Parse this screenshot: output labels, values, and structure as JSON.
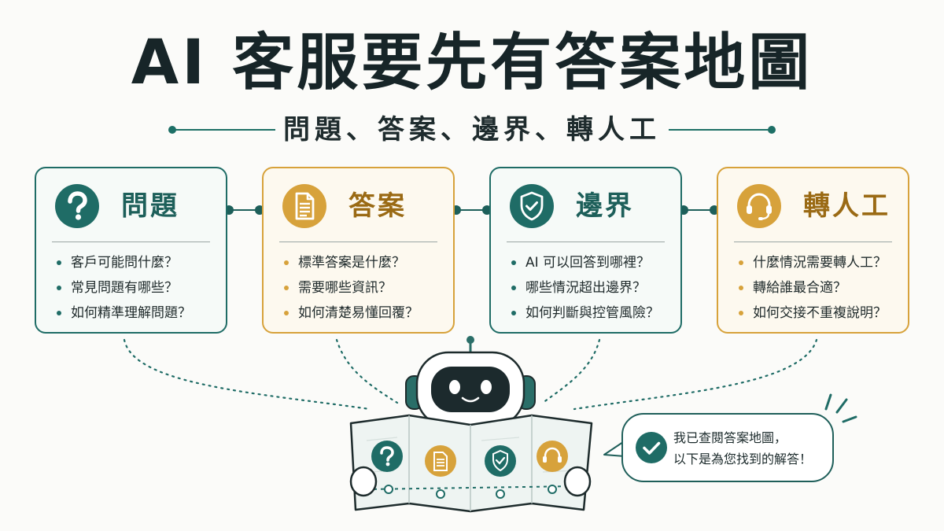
{
  "title": "AI 客服要先有答案地圖",
  "subtitle": "問題、答案、邊界、轉人工",
  "cards": [
    {
      "title": "問題",
      "icon": "question-mark-icon",
      "items": [
        "客戶可能問什麼？",
        "常見問題有哪些？",
        "如何精準理解問題？"
      ]
    },
    {
      "title": "答案",
      "icon": "document-icon",
      "items": [
        "標準答案是什麼？",
        "需要哪些資訊？",
        "如何清楚易懂回覆？"
      ]
    },
    {
      "title": "邊界",
      "icon": "shield-check-icon",
      "items": [
        "AI 可以回答到哪裡？",
        "哪些情況超出邊界？",
        "如何判斷與控管風險？"
      ]
    },
    {
      "title": "轉人工",
      "icon": "headset-icon",
      "items": [
        "什麼情況需要轉人工？",
        "轉給誰最合適？",
        "如何交接不重複說明？"
      ]
    }
  ],
  "bubble": {
    "line1": "我已查閱答案地圖，",
    "line2": "以下是為您找到的解答！"
  },
  "colors": {
    "teal": "#1f6c66",
    "gold": "#d7a23b",
    "dark": "#172528"
  }
}
